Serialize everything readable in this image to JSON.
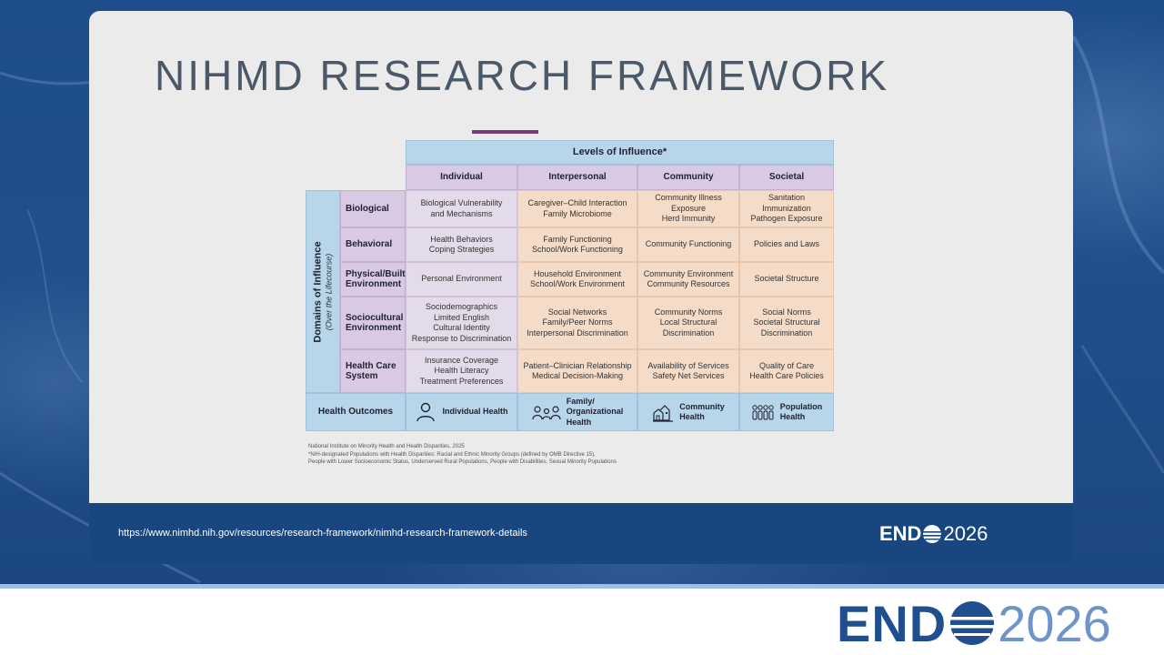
{
  "slide": {
    "title": "NIHMD RESEARCH FRAMEWORK",
    "url": "https://www.nimhd.nih.gov/resources/research-framework/nimhd-research-framework-details"
  },
  "framework": {
    "levels_header": "Levels of Influence*",
    "columns": [
      "Individual",
      "Interpersonal",
      "Community",
      "Societal"
    ],
    "domains_title": "Domains of Influence",
    "domains_subtitle": "(Over the Lifecourse)",
    "rows": [
      {
        "label": [
          "Biological"
        ],
        "cells": [
          [
            "Biological Vulnerability",
            "and Mechanisms"
          ],
          [
            "Caregiver–Child Interaction",
            "Family Microbiome"
          ],
          [
            "Community Illness",
            "Exposure",
            "Herd Immunity"
          ],
          [
            "Sanitation",
            "Immunization",
            "Pathogen Exposure"
          ]
        ]
      },
      {
        "label": [
          "Behavioral"
        ],
        "cells": [
          [
            "Health Behaviors",
            "Coping Strategies"
          ],
          [
            "Family Functioning",
            "School/Work Functioning"
          ],
          [
            "Community Functioning"
          ],
          [
            "Policies and Laws"
          ]
        ]
      },
      {
        "label": [
          "Physical/Built",
          "Environment"
        ],
        "cells": [
          [
            "Personal Environment"
          ],
          [
            "Household Environment",
            "School/Work Environment"
          ],
          [
            "Community Environment",
            "Community Resources"
          ],
          [
            "Societal Structure"
          ]
        ]
      },
      {
        "label": [
          "Sociocultural",
          "Environment"
        ],
        "cells": [
          [
            "Sociodemographics",
            "Limited English",
            "Cultural Identity",
            "Response to Discrimination"
          ],
          [
            "Social Networks",
            "Family/Peer Norms",
            "Interpersonal Discrimination"
          ],
          [
            "Community Norms",
            "Local Structural",
            "Discrimination"
          ],
          [
            "Social Norms",
            "Societal Structural",
            "Discrimination"
          ]
        ]
      },
      {
        "label": [
          "Health Care",
          "System"
        ],
        "cells": [
          [
            "Insurance Coverage",
            "Health Literacy",
            "Treatment Preferences"
          ],
          [
            "Patient–Clinician Relationship",
            "Medical Decision-Making"
          ],
          [
            "Availability of Services",
            "Safety Net Services"
          ],
          [
            "Quality of Care",
            "Health Care Policies"
          ]
        ]
      }
    ],
    "outcomes": {
      "label": "Health Outcomes",
      "items": [
        {
          "icon": "person-icon",
          "lines": [
            "Individual Health"
          ]
        },
        {
          "icon": "family-icon",
          "lines": [
            "Family/",
            "Organizational",
            "Health"
          ]
        },
        {
          "icon": "community-houses-icon",
          "lines": [
            "Community",
            "Health"
          ]
        },
        {
          "icon": "population-icon",
          "lines": [
            "Population",
            "Health"
          ]
        }
      ]
    },
    "notes": [
      "National Institute on Minority Health and Health Disparities, 2025",
      "*NIH-designated Populations with Health Disparities: Racial and Ethnic Minority Groups (defined by OMB Directive 15),",
      " People with Lower Socioeconomic Status, Underserved Rural Populations, People with Disabilities, Sexual Minority Populations"
    ]
  },
  "branding": {
    "word_left": "END",
    "year": "2026"
  },
  "colors": {
    "background_blue": "#1d4d8a",
    "slide_gray": "#ebebeb",
    "title_gray": "#4a5868",
    "accent_purple": "#7a3a7a",
    "table_blue": "#b7d6ea",
    "table_purple": "#d9c9e3",
    "table_peach": "#f5dcc9",
    "logo_navy": "#1f4f8f"
  }
}
